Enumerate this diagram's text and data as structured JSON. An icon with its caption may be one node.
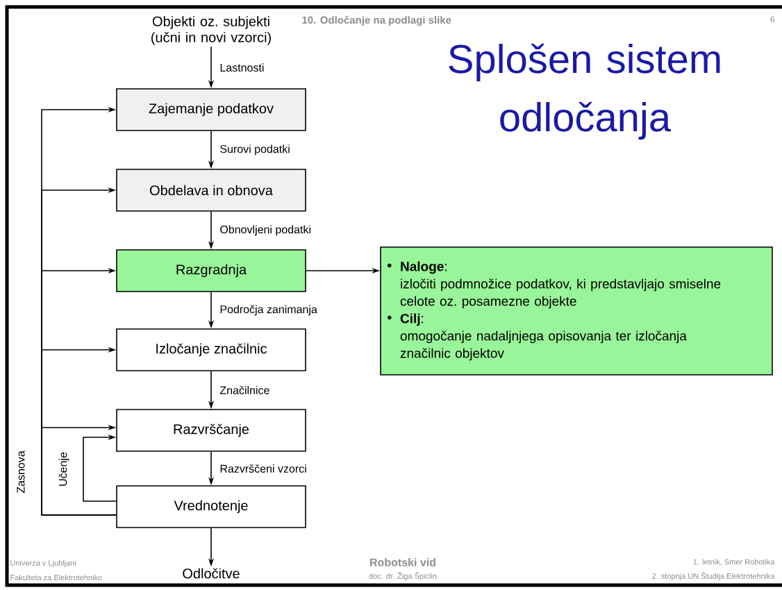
{
  "diagram": {
    "title": "Splošen sistem odločanja",
    "nodes": [
      {
        "text": [
          "Objekti oz. subjekti (učni in novi vzorci)"
        ]
      },
      {
        "text": [
          "Zajemanje podatkov"
        ]
      },
      {
        "text": [
          "Obdelava in obnova"
        ]
      },
      {
        "text": [
          "Razgradnja"
        ]
      },
      {
        "text": [
          "Izločanje značilnic"
        ]
      },
      {
        "text": [
          "Razvrščanje"
        ]
      },
      {
        "text": [
          "Vrednotenje"
        ]
      },
      {
        "text": [
          "Odločitve"
        ]
      },
      {
        "text": [
          "**Naloge**:",
          "izločiti podmnožice podatkov, ki predstavljajo smiselne celote oz. posamezne objekte",
          "**Cilj**:",
          "omogočanje nadaljnjega opisovanja ter izločanja značilnic objektov"
        ]
      }
    ],
    "edges": [
      {
        "from": 0,
        "to": 1,
        "arrow": "to",
        "label": "Lastnosti"
      },
      {
        "from": 1,
        "to": 2,
        "arrow": "to",
        "label": "Surovi podatki"
      },
      {
        "from": 2,
        "to": 3,
        "arrow": "to",
        "label": "Obnovljeni podatki"
      },
      {
        "from": 3,
        "to": 4,
        "arrow": "to",
        "label": "Področja zanimanja"
      },
      {
        "from": 4,
        "to": 5,
        "arrow": "to",
        "label": "Značilnice"
      },
      {
        "from": 5,
        "to": 6,
        "arrow": "to",
        "label": "Razvrščeni vzorci"
      },
      {
        "from": 6,
        "to": 7,
        "arrow": "to"
      },
      {
        "from": 3,
        "to": 8,
        "arrow": "to"
      },
      {
        "from": 6,
        "to": 5,
        "arrow": "to",
        "label": "Učenje"
      },
      {
        "from": 6,
        "to": 1,
        "arrow": "to",
        "label": "Zasnova"
      },
      {
        "from": 6,
        "to": 2,
        "arrow": "to"
      },
      {
        "from": 6,
        "to": 3,
        "arrow": "to"
      },
      {
        "from": 6,
        "to": 4,
        "arrow": "to"
      },
      {
        "from": 6,
        "to": 5,
        "arrow": "to"
      }
    ],
    "labels": [
      "10. Odločanje na podlagi slike",
      "6",
      "Univerza v Ljubljani",
      "Fakulteta za Elektrotehniko",
      "Robotski vid",
      "doc. dr. Žiga Špiclin",
      "1. letnik, Smer Robotika",
      "2. stopnja UN Študija Elektrotehnika"
    ]
  }
}
